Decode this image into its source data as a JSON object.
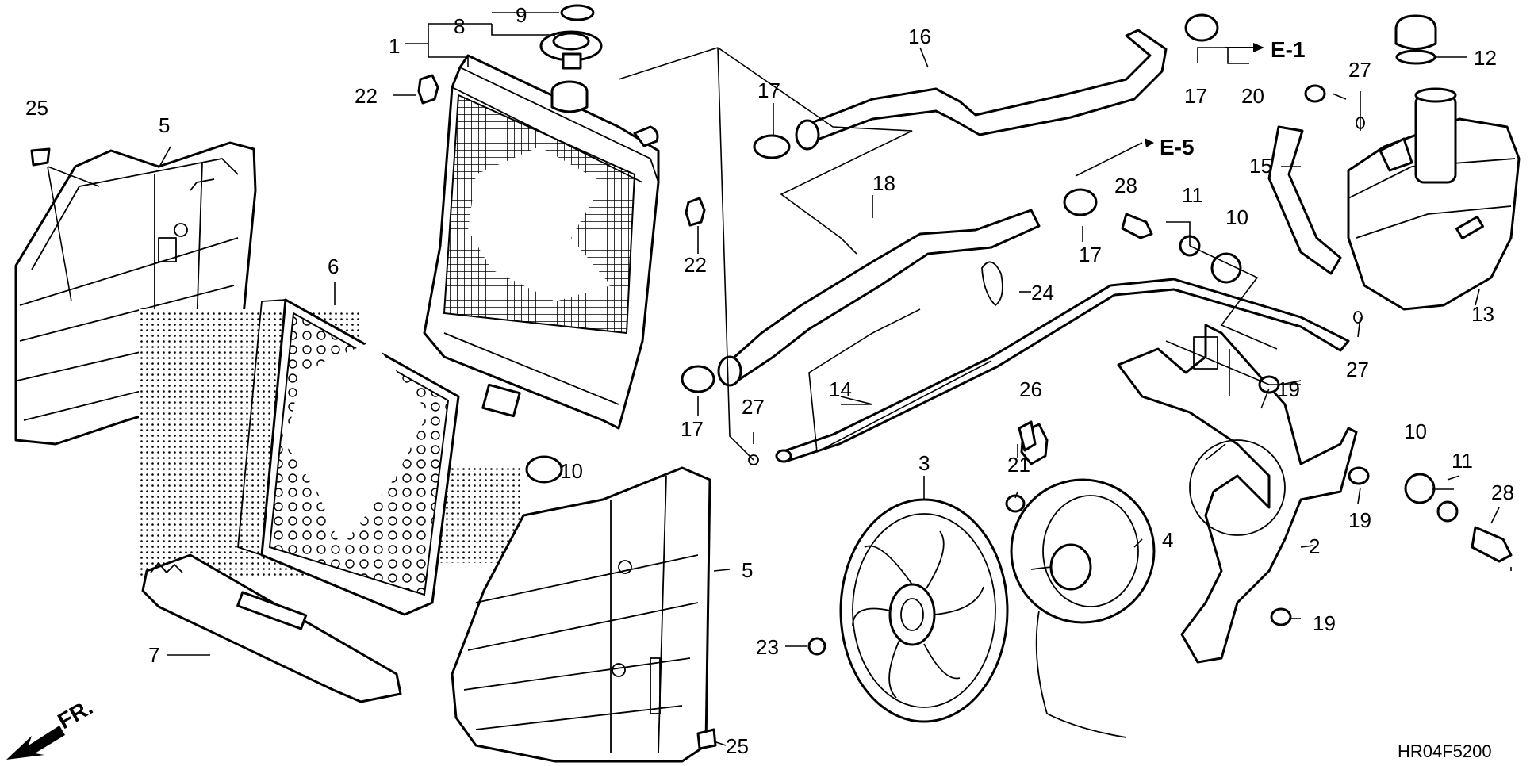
{
  "labels": {
    "p1": "1",
    "p2": "2",
    "p3": "3",
    "p4": "4",
    "p5a": "5",
    "p5b": "5",
    "p6": "6",
    "p7": "7",
    "p8": "8",
    "p9": "9",
    "p10a": "10",
    "p10b": "10",
    "p10c": "10",
    "p11a": "11",
    "p11b": "11",
    "p12": "12",
    "p13": "13",
    "p14": "14",
    "p15": "15",
    "p16": "16",
    "p17a": "17",
    "p17b": "17",
    "p17c": "17",
    "p17d": "17",
    "p18": "18",
    "p19a": "19",
    "p19b": "19",
    "p19c": "19",
    "p20": "20",
    "p21": "21",
    "p22a": "22",
    "p22b": "22",
    "p23": "23",
    "p24": "24",
    "p25a": "25",
    "p25b": "25",
    "p26": "26",
    "p27a": "27",
    "p27b": "27",
    "p27c": "27",
    "p28a": "28",
    "p28b": "28"
  },
  "references": {
    "e1": "E-1",
    "e5": "E-5"
  },
  "direction": "FR.",
  "diagram_code": "HR04F5200"
}
